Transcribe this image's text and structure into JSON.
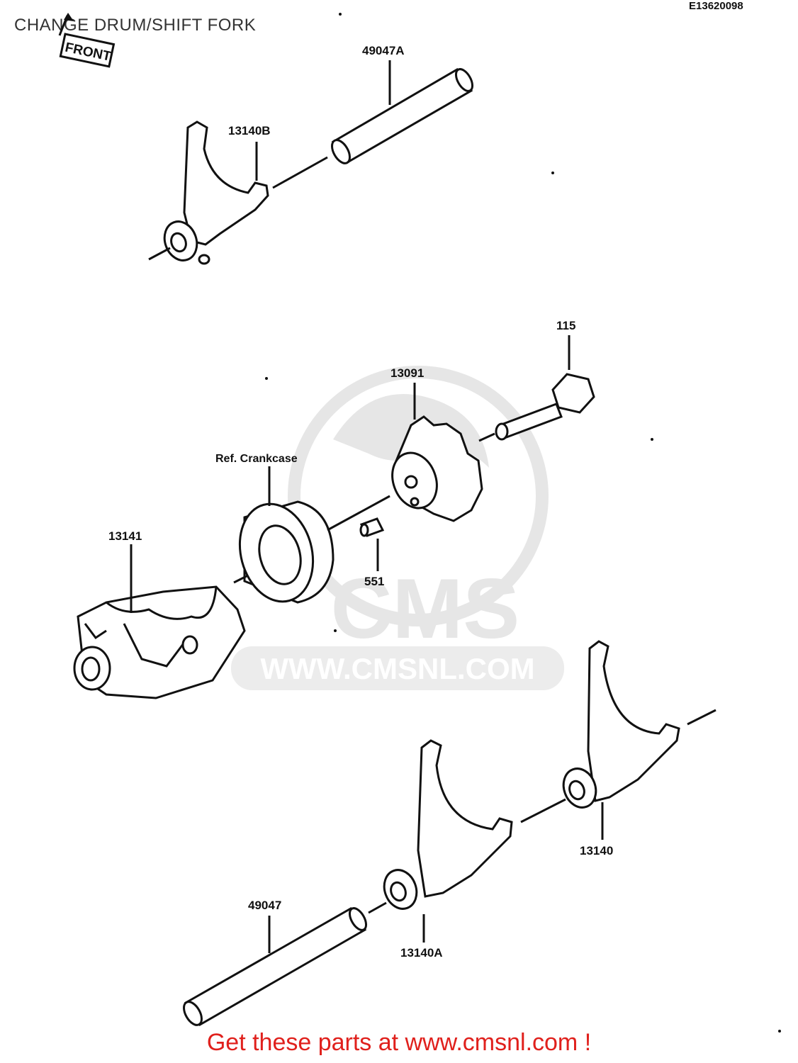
{
  "header": {
    "title": "CHANGE DRUM/SHIFT FORK",
    "diagram_code": "E13620098"
  },
  "front_marker": "FRONT",
  "parts": {
    "shaft_upper": "49047A",
    "fork_upper": "13140B",
    "bolt": "115",
    "drum_stopper": "13091",
    "bearing_ref": "Ref. Crankcase",
    "change_drum": "13141",
    "pin": "551",
    "fork_right": "13140",
    "shaft_lower": "49047",
    "fork_middle": "13140A"
  },
  "watermark": {
    "brand": "CMS",
    "url": "WWW.CMSNL.COM"
  },
  "footer": {
    "cta": "Get these parts at www.cmsnl.com !"
  },
  "colors": {
    "line": "#111111",
    "watermark": "#e6e6e6",
    "cta": "#e0201c"
  }
}
